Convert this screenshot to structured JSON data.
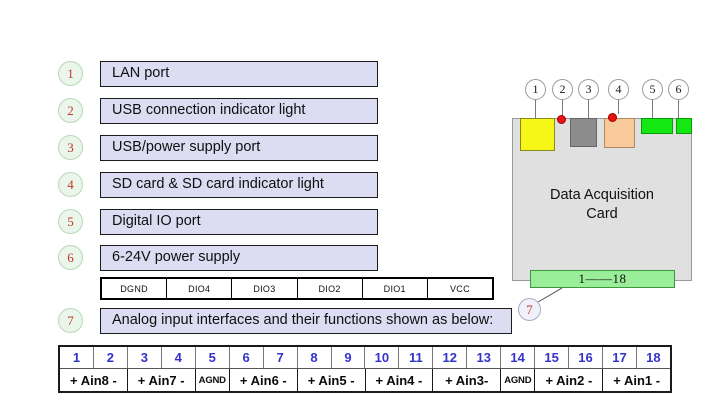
{
  "legend": {
    "items": [
      {
        "num": "1",
        "label": "LAN port"
      },
      {
        "num": "2",
        "label": "USB connection indicator light"
      },
      {
        "num": "3",
        "label": "USB/power supply port"
      },
      {
        "num": "4",
        "label": "SD card & SD card indicator light"
      },
      {
        "num": "5",
        "label": "Digital IO port"
      },
      {
        "num": "6",
        "label": "6-24V power supply"
      },
      {
        "num": "7",
        "label": "Analog input interfaces and their functions shown as below:"
      }
    ]
  },
  "dio_table": {
    "cells": [
      "DGND",
      "DIO4",
      "DIO3",
      "DIO2",
      "DIO1",
      "VCC"
    ]
  },
  "pinout_table": {
    "numbers": [
      "1",
      "2",
      "3",
      "4",
      "5",
      "6",
      "7",
      "8",
      "9",
      "10",
      "11",
      "12",
      "13",
      "14",
      "15",
      "16",
      "17",
      "18"
    ],
    "labels": [
      {
        "text": "+ Ain8 -",
        "span": 2
      },
      {
        "text": "+ Ain7 -",
        "span": 2
      },
      {
        "text": "AGND",
        "span": 1
      },
      {
        "text": "+ Ain6 -",
        "span": 2
      },
      {
        "text": "+ Ain5 -",
        "span": 2
      },
      {
        "text": "+ Ain4 -",
        "span": 2
      },
      {
        "text": "+ Ain3-",
        "span": 2
      },
      {
        "text": "AGND",
        "span": 1
      },
      {
        "text": "+ Ain2 -",
        "span": 2
      },
      {
        "text": "+ Ain1 -",
        "span": 2
      }
    ]
  },
  "device": {
    "title_line1": "Data Acquisition",
    "title_line2": "Card",
    "terminal_strip": "1——18",
    "callouts": [
      "1",
      "2",
      "3",
      "4",
      "5",
      "6"
    ],
    "callout_terminal": "7",
    "ports": {
      "lan": "lan-port",
      "usb": "usb-power-port",
      "sd": "sd-card-slot",
      "dio": "digital-io-port",
      "power": "power-supply-port",
      "led_usb": "usb-indicator-led",
      "led_sd": "sd-indicator-led"
    }
  },
  "colors": {
    "legend_box_fill": "#dcdcf2",
    "bullet_fill": "#eaf6ea",
    "bullet_text": "#c0392b",
    "device_body": "#e0e0e0",
    "lan_port": "#f7f717",
    "usb_port": "#8c8c8c",
    "sd_port": "#f8c99a",
    "green_port": "#13e813",
    "led_red": "#ee1111",
    "terminal_green": "#9aee9a",
    "pin_number_blue": "#3333cc"
  }
}
